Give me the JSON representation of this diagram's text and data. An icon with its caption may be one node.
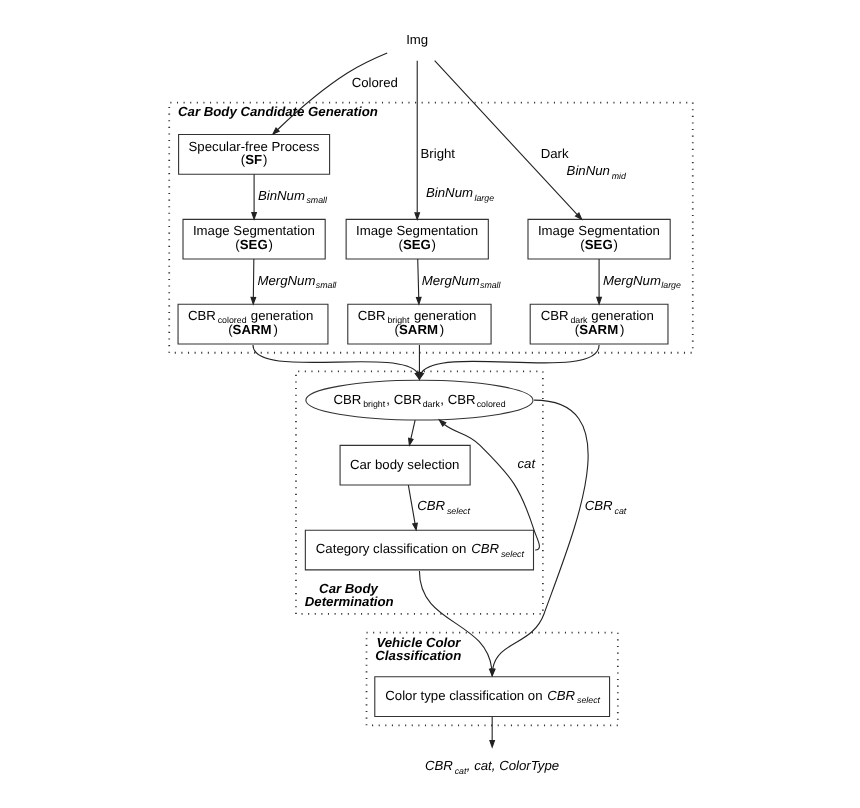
{
  "diagram": {
    "nodes": [
      {
        "text": [
          "Img"
        ]
      },
      {
        "text": [
          "Car Body Candidate Generation"
        ]
      },
      {
        "text": [
          "Specular-free Process",
          "(**SF**)"
        ],
        "in": 1
      },
      {
        "text": [
          "Image Segmentation",
          "(**SEG**)"
        ],
        "in": 1,
        "beside": [
          "BinNum$_{large}$"
        ]
      },
      {
        "text": [
          "Image Segmentation",
          "(**SEG**)"
        ],
        "in": 1,
        "beside": [
          "BinNun$_{mid}$"
        ]
      },
      {
        "text": [
          "Image Segmentation",
          "(**SEG**)"
        ],
        "in": 1
      },
      {
        "text": [
          "CBR$_{bright}$ generation",
          "(**SARM**)"
        ],
        "in": 1
      },
      {
        "text": [
          "CBR$_{dark}$ generation",
          "(**SARM**)"
        ],
        "in": 1
      },
      {
        "text": [
          "CBR$_{colored}$ generation",
          "(**SARM**)"
        ],
        "in": 1
      },
      {
        "text": [
          "Car Body Determination"
        ]
      },
      {
        "text": [
          "CBR$_{bright}$, CBR$_{dark}$, CBR$_{colored}$"
        ],
        "in": 9
      },
      {
        "text": [
          "Car body selection"
        ],
        "in": 9
      },
      {
        "text": [
          "Category classification on *CBR$_{select}$*"
        ],
        "in": 9
      },
      {
        "text": [
          "Vehicle Color Classification"
        ]
      },
      {
        "text": [
          "Color type classification on *CBR$_{select}$*"
        ],
        "in": 13
      },
      {
        "text": [
          "CBR$_{cat}$, cat, ColorType"
        ]
      }
    ],
    "edges": [
      {
        "from": 0,
        "to": 3,
        "arrow": "to",
        "label": "Bright"
      },
      {
        "from": 0,
        "to": 4,
        "arrow": "to",
        "label": "Dark"
      },
      {
        "from": 0,
        "to": 2,
        "arrow": "to",
        "label": "Colored"
      },
      {
        "from": 2,
        "to": 5,
        "arrow": "to",
        "label": "BinNum$_{small}$"
      },
      {
        "from": 3,
        "to": 6,
        "arrow": "to",
        "label": "MergNum$_{small}$"
      },
      {
        "from": 4,
        "to": 7,
        "arrow": "to",
        "label": "MergNum$_{large}$"
      },
      {
        "from": 5,
        "to": 8,
        "arrow": "to",
        "label": "MergNum$_{small}$"
      },
      {
        "from": 6,
        "to": 10,
        "arrow": "to"
      },
      {
        "from": 7,
        "to": 10,
        "arrow": "to"
      },
      {
        "from": 8,
        "to": 10,
        "arrow": "to"
      },
      {
        "from": 10,
        "to": 14,
        "arrow": "to",
        "label": "CBR$_{cat}$"
      },
      {
        "from": 10,
        "to": 11,
        "arrow": "to"
      },
      {
        "from": 11,
        "to": 12,
        "arrow": "to",
        "label": "CBR$_{select}$"
      },
      {
        "from": 12,
        "to": 10,
        "arrow": "to",
        "label": "cat"
      },
      {
        "from": 12,
        "to": 14,
        "arrow": "to"
      },
      {
        "from": 14,
        "to": 15,
        "arrow": "to"
      }
    ]
  }
}
